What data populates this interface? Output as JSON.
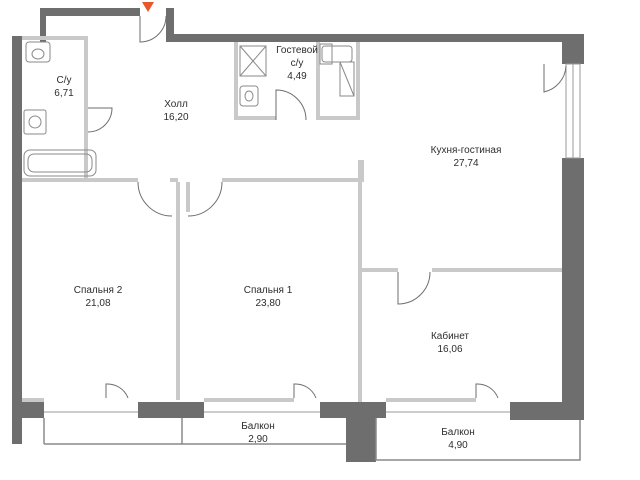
{
  "plan": {
    "entrance_marker_color": "#e8562a",
    "rooms": [
      {
        "id": "bathroom",
        "name": "С/у",
        "area": "6,71"
      },
      {
        "id": "hall",
        "name": "Холл",
        "area": "16,20"
      },
      {
        "id": "guest_wc",
        "name": "Гостевой с/у",
        "area": "4,49"
      },
      {
        "id": "kitchen_living",
        "name": "Кухня-гостиная",
        "area": "27,74"
      },
      {
        "id": "bedroom2",
        "name": "Спальня 2",
        "area": "21,08"
      },
      {
        "id": "bedroom1",
        "name": "Спальня 1",
        "area": "23,80"
      },
      {
        "id": "study",
        "name": "Кабинет",
        "area": "16,06"
      },
      {
        "id": "balcony1",
        "name": "Балкон",
        "area": "2,90"
      },
      {
        "id": "balcony2",
        "name": "Балкон",
        "area": "4,90"
      }
    ]
  }
}
